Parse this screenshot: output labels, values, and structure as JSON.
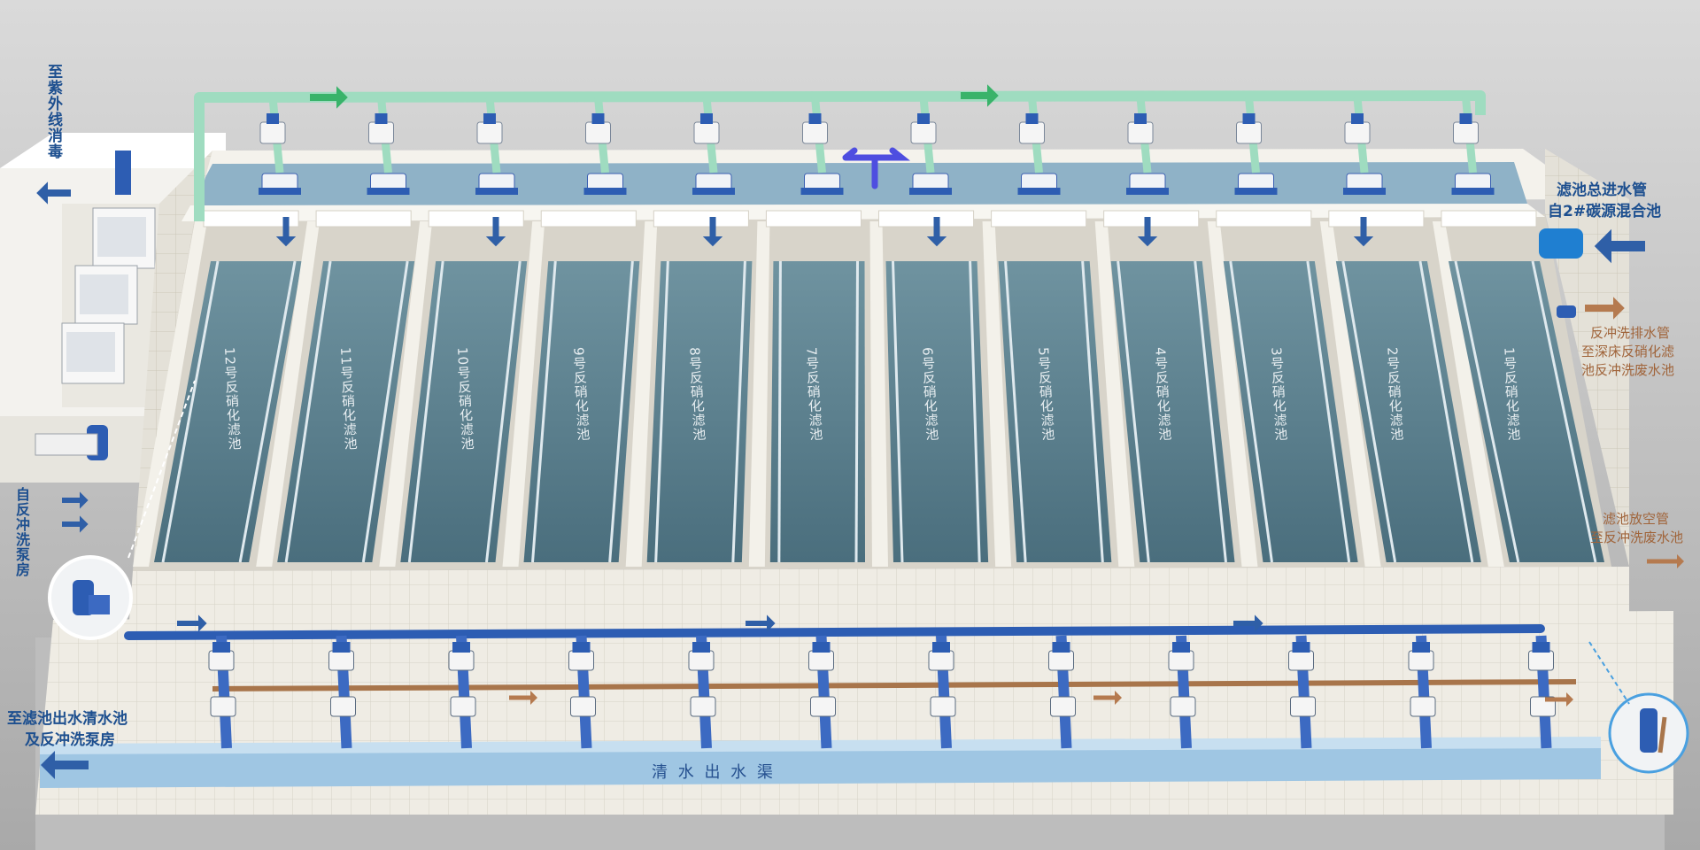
{
  "palette": {
    "background_top": "#dadada",
    "background_bottom": "#a9a9a9",
    "wall_white": "#f2f0ea",
    "wall_side": "#e4e1d8",
    "water": "#4f7584",
    "water_light": "#6f93a0",
    "channel_blue": "#9fc6e3",
    "pipe_green": "#9fdcc0",
    "pipe_blue": "#2d5db3",
    "pipe_brown": "#a8754b",
    "arrow_blue": "#2f5fa7",
    "arrow_green": "#39b36a",
    "arrow_brown": "#b57a4f",
    "label_blue": "#1d4f8f",
    "label_brown": "#a0643a"
  },
  "filters": [
    {
      "name": "12号反硝化滤池"
    },
    {
      "name": "11号反硝化滤池"
    },
    {
      "name": "10号反硝化滤池"
    },
    {
      "name": "9号反硝化滤池"
    },
    {
      "name": "8号反硝化滤池"
    },
    {
      "name": "7号反硝化滤池"
    },
    {
      "name": "6号反硝化滤池"
    },
    {
      "name": "5号反硝化滤池"
    },
    {
      "name": "4号反硝化滤池"
    },
    {
      "name": "3号反硝化滤池"
    },
    {
      "name": "2号反硝化滤池"
    },
    {
      "name": "1号反硝化滤池"
    }
  ],
  "labels": {
    "uv_disinfection": "至紫外线消毒",
    "inlet_line1": "滤池总进水管",
    "inlet_line2": "自2#碳源混合池",
    "backwash_drain_line1": "反冲洗排水管",
    "backwash_drain_line2": "至深床反硝化滤",
    "backwash_drain_line3": "池反冲洗废水池",
    "empty_line1": "滤池放空管",
    "empty_line2": "至反冲洗废水池",
    "from_backwash_pump": "自反冲洗泵房",
    "outlet_line1": "至滤池出水清水池",
    "outlet_line2": "及反冲洗泵房",
    "clear_channel": "清 水 出 水 渠"
  },
  "icons": [
    "arrow-icon",
    "valve-icon",
    "pump-icon",
    "blower-icon",
    "tee-icon"
  ]
}
